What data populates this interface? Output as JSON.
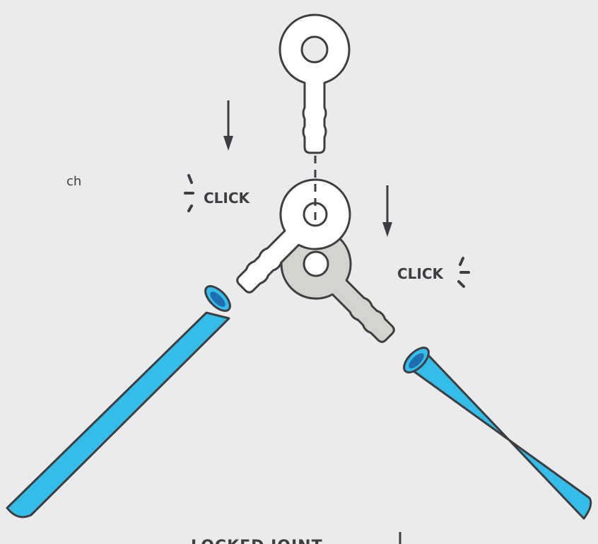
{
  "labels": {
    "click_left": "CLICK",
    "click_right": "CLICK",
    "side_fragment": "ch",
    "caption": "LOCKED JOINT"
  },
  "colors": {
    "background": "#ebebeb",
    "stroke": "#3c3e42",
    "tube": "#35bdea",
    "tube_inner": "#1f6fb0",
    "white_part": "#ffffff",
    "grey_part": "#d3d3d0"
  }
}
